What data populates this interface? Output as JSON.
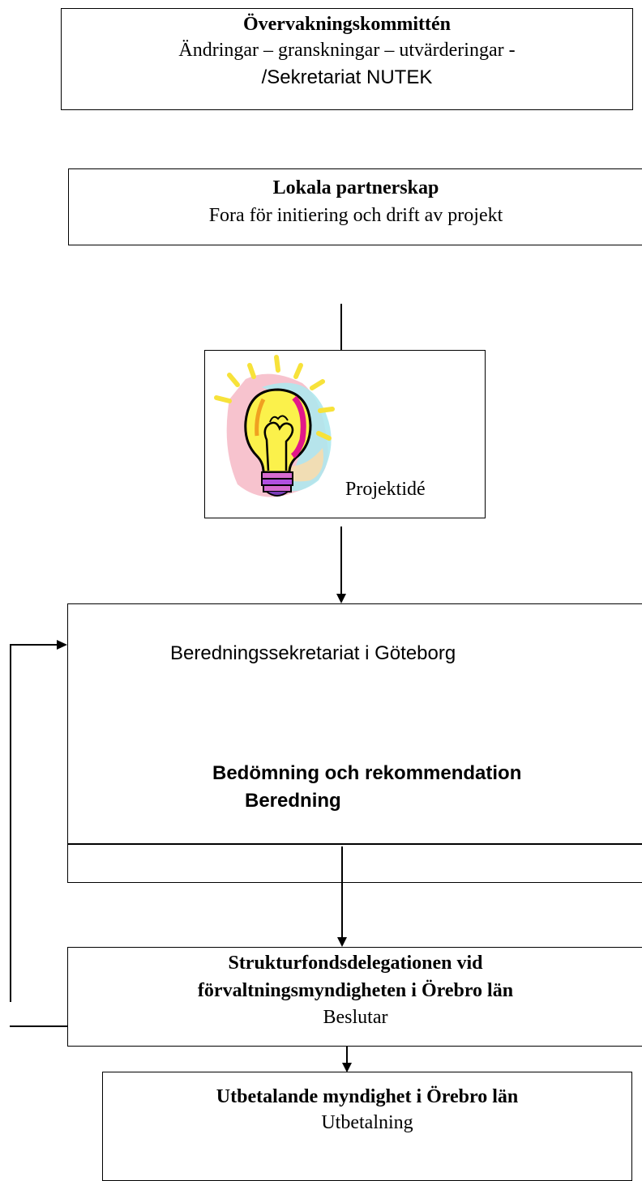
{
  "boxes": {
    "monitoring": {
      "title": "Övervakningskommittén",
      "line2": "Ändringar – granskningar – utvärderingar -",
      "line3": "/Sekretariat NUTEK"
    },
    "partnership": {
      "title": "Lokala partnerskap",
      "subtitle": "Fora för initiering och drift av projekt"
    },
    "idea": {
      "label": "Projektidé",
      "icon": "lightbulb-icon"
    },
    "secretariat": {
      "title": "Beredningssekretariat i Göteborg",
      "line2": "Bedömning och rekommendation",
      "line3": "Beredning"
    },
    "delegation": {
      "title_line1": "Strukturfondsdelegationen vid",
      "title_line2": "förvaltningsmyndigheten i Örebro län",
      "subtitle": "Beslutar"
    },
    "payment": {
      "title": "Utbetalande myndighet i Örebro län",
      "subtitle": "Utbetalning"
    }
  }
}
